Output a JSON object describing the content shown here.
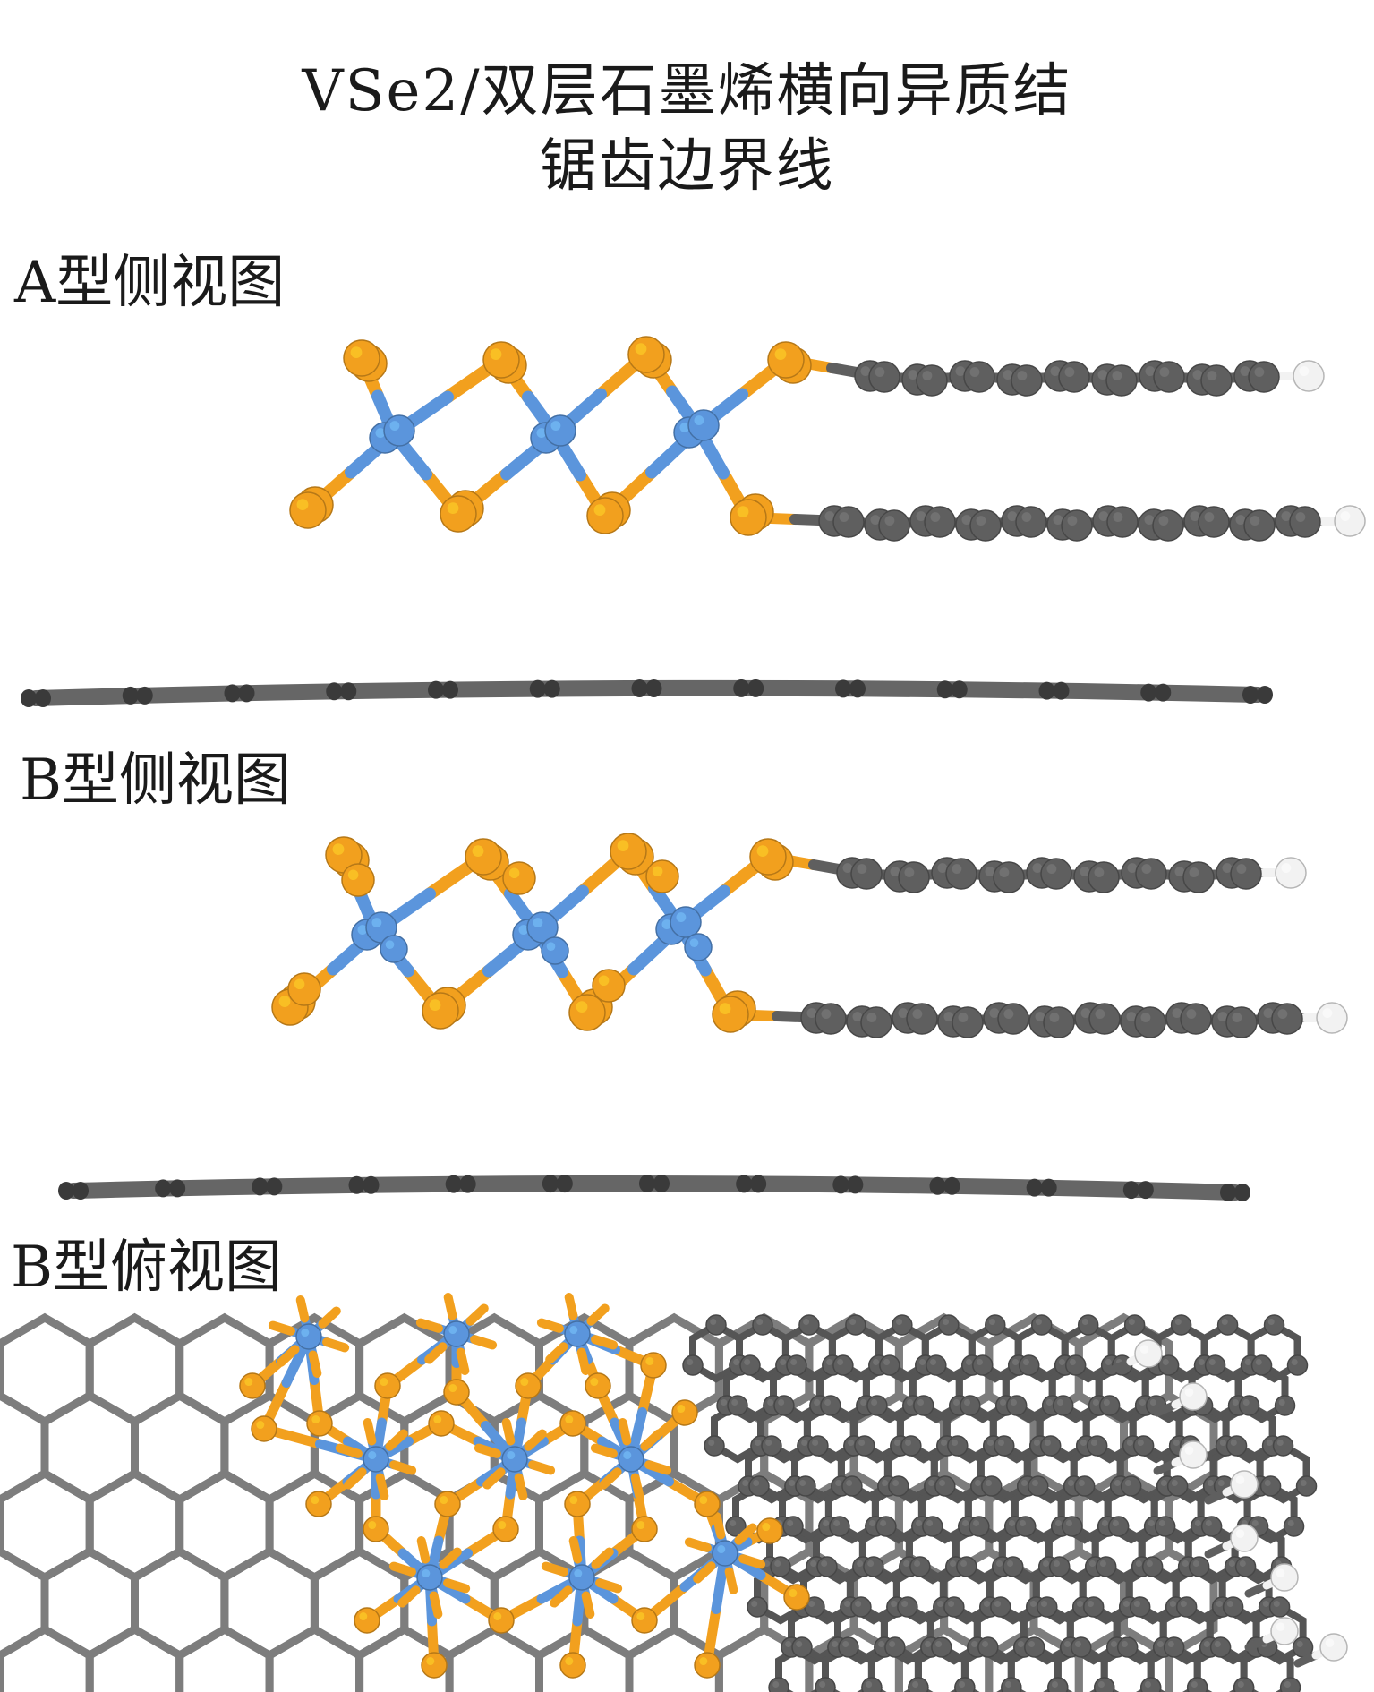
{
  "title": {
    "line1": "VSe2/双层石墨烯横向异质结",
    "line2": "锯齿边界线"
  },
  "labels": {
    "a_side": "A型侧视图",
    "b_side": "B型侧视图",
    "b_top": "B型俯视图"
  },
  "colors": {
    "vanadium": "#5b95dc",
    "selenium": "#f2a01e",
    "carbon": "#5f5f5f",
    "carbon_bond": "#7a7a7a",
    "hydrogen": "#f2f2f2",
    "background": "#ffffff"
  }
}
